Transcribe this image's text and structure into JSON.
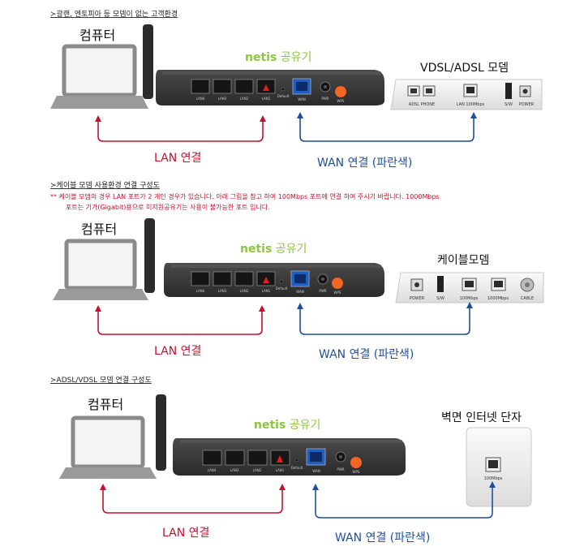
{
  "colors": {
    "lan": "#c8102e",
    "wan": "#1f4e9b",
    "brand": "#8cc63f",
    "router_body": "#3b3b3b",
    "modem_body": "#f2f2f2",
    "laptop": "#8a8a8a"
  },
  "sections": [
    {
      "heading": "≻광랜, 엔토피아 등 모뎀이 없는 고객환경",
      "note_lines": [],
      "computer_label": "컴퓨터",
      "router": {
        "brand": "netis",
        "suffix": " 공유기",
        "port_labels": [
          "LAN4",
          "LAN3",
          "LAN2",
          "LAN1"
        ],
        "default_label": "Default",
        "wan_label": "WAN",
        "pwr_label": "PWR",
        "wps_label": "WPS"
      },
      "modem_title": "VDSL/ADSL 모뎀",
      "modem_ports": [
        "ADSL PHONE",
        "LAN 100Mbps",
        "S/W",
        "POWER"
      ],
      "lan_label": "LAN 연결",
      "wan_label": "WAN 연결 (파란색)"
    },
    {
      "heading": "≻케이블 모뎀 사용환경 연결 구성도",
      "note_lines": [
        "** 케이블 모뎀의 경우 LAN 포트가 2 개인 경우가 있습니다. 아래 그림을 참고 하여 100Mbps 포트에 연결 하여 주시기 바랍니다. 1000Mbps",
        "포트는 기가(Gigabit)용으로 미지원공유기는 사용이 불가능한 포트 입니다."
      ],
      "computer_label": "컴퓨터",
      "router": {
        "brand": "netis",
        "suffix": " 공유기",
        "port_labels": [
          "LAN4",
          "LAN3",
          "LAN2",
          "LAN1"
        ],
        "default_label": "Default",
        "wan_label": "WAN",
        "pwr_label": "PWR",
        "wps_label": "WPS"
      },
      "modem_title": "케이블모뎀",
      "modem_ports": [
        "POWER",
        "S/W",
        "100Mbps",
        "1000Mbps",
        "CABLE"
      ],
      "lan_label": "LAN 연결",
      "wan_label": "WAN 연결 (파란색)"
    },
    {
      "heading": "≻ADSL/VDSL 모뎀 연결 구성도",
      "note_lines": [],
      "computer_label": "컴퓨터",
      "router": {
        "brand": "netis",
        "suffix": " 공유기",
        "port_labels": [
          "LAN4",
          "LAN3",
          "LAN2",
          "LAN1"
        ],
        "default_label": "Default",
        "wan_label": "WAN",
        "pwr_label": "PWR",
        "wps_label": "WPS"
      },
      "modem_title": "벽면 인터넷 단자",
      "modem_ports": [
        "100Mbps"
      ],
      "lan_label": "LAN 연결",
      "wan_label": "WAN 연결 (파란색)"
    }
  ]
}
